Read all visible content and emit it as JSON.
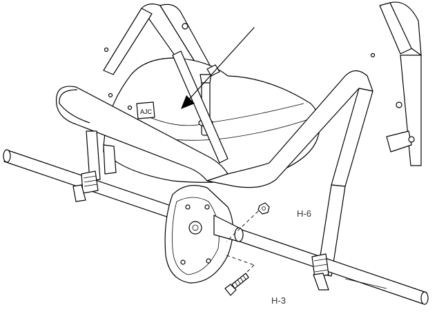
{
  "labels": {
    "h6": "H-6",
    "h3": "H-3"
  },
  "colors": {
    "line": "#000000",
    "background": "#ffffff",
    "label": "#333333"
  },
  "icons": [
    "direction-arrow",
    "bolt",
    "nut",
    "knob",
    "wheel-hub"
  ]
}
